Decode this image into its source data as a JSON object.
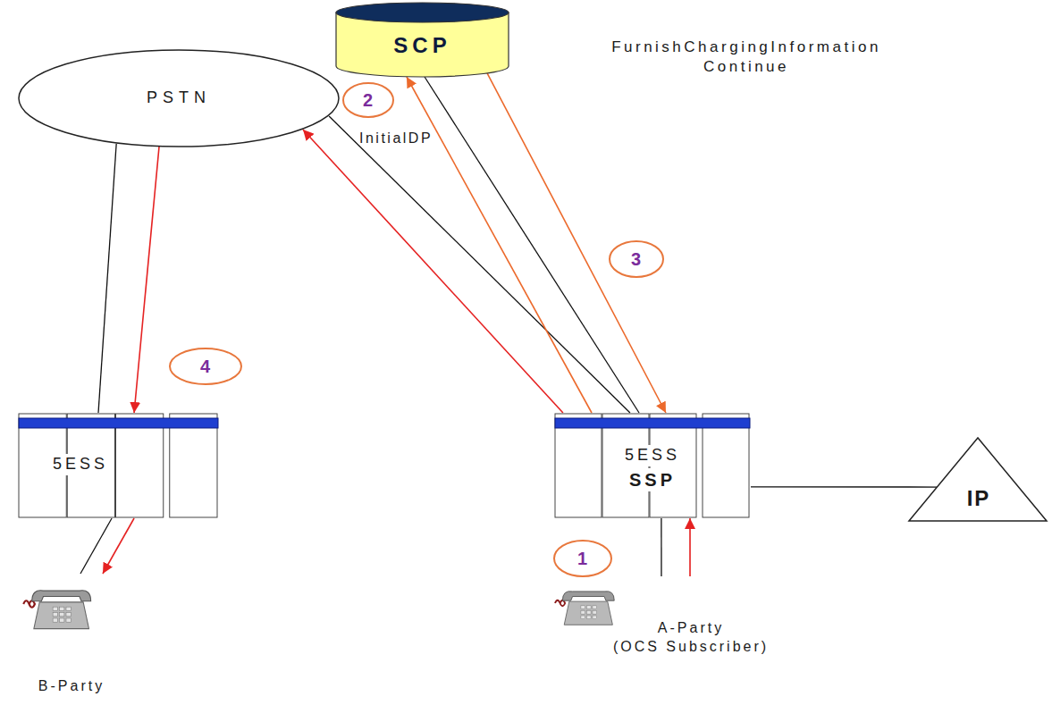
{
  "diagram": {
    "nodes": [
      {
        "text": [
          "SCP"
        ]
      },
      {
        "text": [
          "PSTN"
        ]
      },
      {
        "text": [
          "5ESS"
        ]
      },
      {
        "text": [
          "5ESS",
          "SSP"
        ]
      },
      {
        "text": [
          "IP"
        ]
      },
      {
        "text": [
          "B-Party"
        ]
      },
      {
        "text": [
          "A-Party",
          "(OCS Subscriber)"
        ]
      }
    ],
    "edges": [
      {
        "from": 0,
        "to": 3,
        "arrow": "none"
      },
      {
        "from": 1,
        "to": 3,
        "arrow": "none"
      },
      {
        "from": 1,
        "to": 2,
        "arrow": "none"
      },
      {
        "from": 2,
        "to": 5,
        "arrow": "none"
      },
      {
        "from": 3,
        "to": 6,
        "arrow": "none"
      },
      {
        "from": 3,
        "to": 4,
        "arrow": "none"
      },
      {
        "from": 6,
        "to": 3,
        "arrow": "to"
      },
      {
        "from": 3,
        "to": 0,
        "arrow": "to"
      },
      {
        "from": 0,
        "to": 3,
        "arrow": "to"
      },
      {
        "from": 3,
        "to": 1,
        "arrow": "to"
      },
      {
        "from": 1,
        "to": 2,
        "arrow": "to"
      },
      {
        "from": 2,
        "to": 5,
        "arrow": "to"
      }
    ],
    "labels": [
      "1",
      "2",
      "3",
      "4",
      "InitialDP",
      "FurnishChargingInformation Continue"
    ]
  }
}
